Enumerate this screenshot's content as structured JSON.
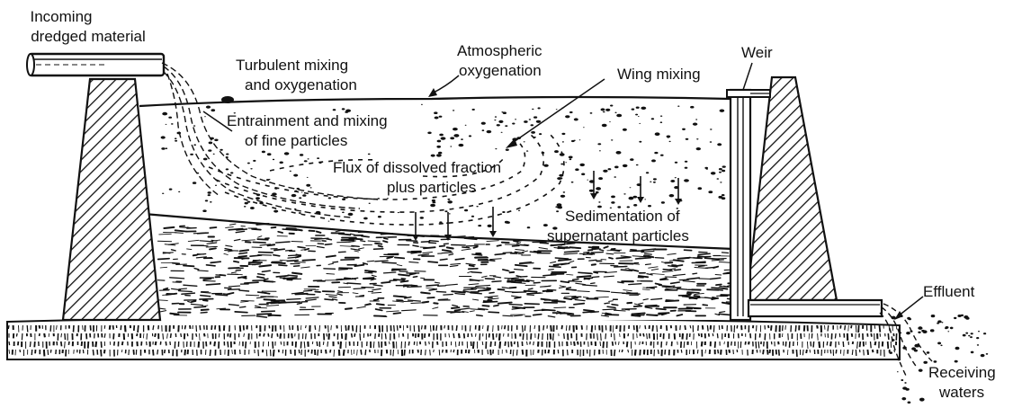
{
  "labels": {
    "incoming_line1": "Incoming",
    "incoming_line2": "dredged material",
    "turbulent_line1": "Turbulent mixing",
    "turbulent_line2": "and oxygenation",
    "atmospheric_line1": "Atmospheric",
    "atmospheric_line2": "oxygenation",
    "wing_mixing": "Wing mixing",
    "weir": "Weir",
    "entrainment_line1": "Entrainment and mixing",
    "entrainment_line2": "of fine particles",
    "flux_line1": "Flux of dissolved fraction",
    "flux_line2": "plus particles",
    "sedimentation_line1": "Sedimentation of",
    "sedimentation_line2": "supernatant particles",
    "effluent": "Effluent",
    "receiving_line1": "Receiving",
    "receiving_line2": "waters"
  },
  "colors": {
    "ink": "#111111",
    "paper": "#ffffff"
  }
}
